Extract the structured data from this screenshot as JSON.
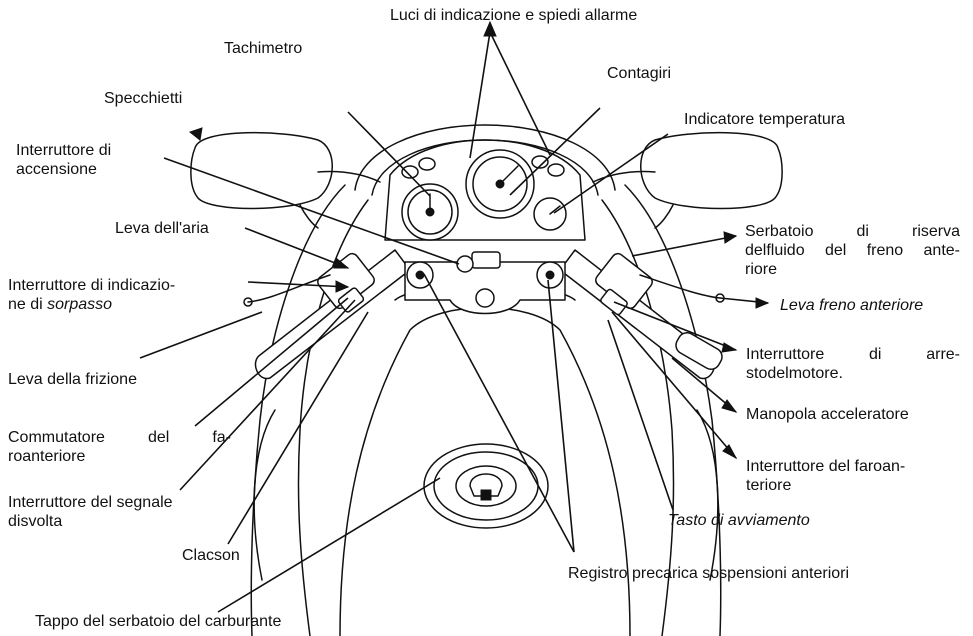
{
  "labels": {
    "luci": "Luci di indicazione e spiedi allarme",
    "tachimetro": "Tachimetro",
    "contagiri": "Contagiri",
    "specchietti": "Specchietti",
    "indicatore_temp": "Indicatore temperatura",
    "interruttore_accensione_1": "Interruttore di",
    "interruttore_accensione_2": "accensione",
    "leva_aria": "Leva dell'aria",
    "serbatoio_riserva_1": "Serbatoio di riserva",
    "serbatoio_riserva_2": "delfluido del freno ante-",
    "serbatoio_riserva_3": "riore",
    "sorpasso_1": "Interruttore di indicazio-",
    "sorpasso_2a": "ne di ",
    "sorpasso_2b": "sorpasso",
    "leva_freno": "Leva freno anteriore",
    "leva_frizione": "Leva della frizione",
    "arresto_motore_1": "Interruttore di arre-",
    "arresto_motore_2": "stodelmotore.",
    "manopola": "Manopola acceleratore",
    "commutatore_1": "Commutatore del fa-",
    "commutatore_2": "roanteriore",
    "faro_dx_1": "Interruttore del faroan-",
    "faro_dx_2": "teriore",
    "svolta_1": "Interruttore del segnale",
    "svolta_2": "disvolta",
    "tasto_avviamento": "Tasto di avviamento",
    "clacson": "Clacson",
    "registro": "Registro precarica sospensioni anteriori",
    "tappo": "Tappo del serbatoio del carburante"
  }
}
